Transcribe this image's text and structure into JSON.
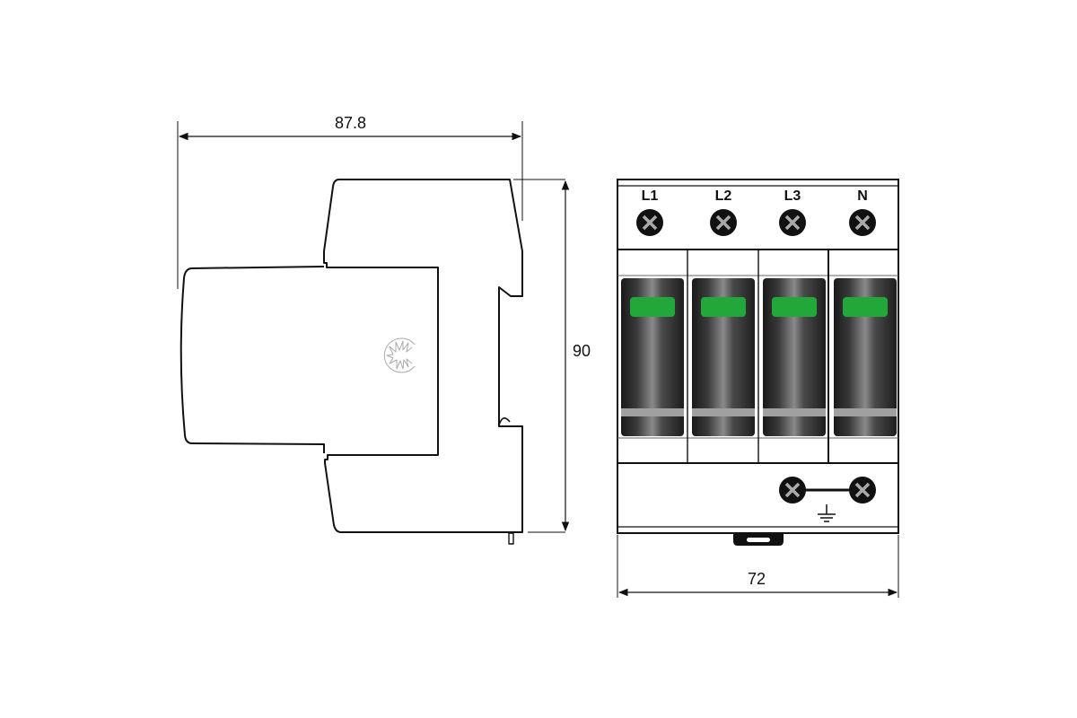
{
  "diagram": {
    "title": "Surge protection device dimensional drawing (side view and front view)",
    "side_view": {
      "depth_dimension": "87.8",
      "height_dimension": "90"
    },
    "front_view": {
      "width_dimension": "72",
      "terminals": [
        {
          "label": "L1"
        },
        {
          "label": "L2"
        },
        {
          "label": "L3"
        },
        {
          "label": "N"
        }
      ],
      "modules_count": 4,
      "indicator_color": "#22a83a",
      "module_color": "#2a2a2a",
      "ground_symbol": "earth-ground"
    }
  }
}
